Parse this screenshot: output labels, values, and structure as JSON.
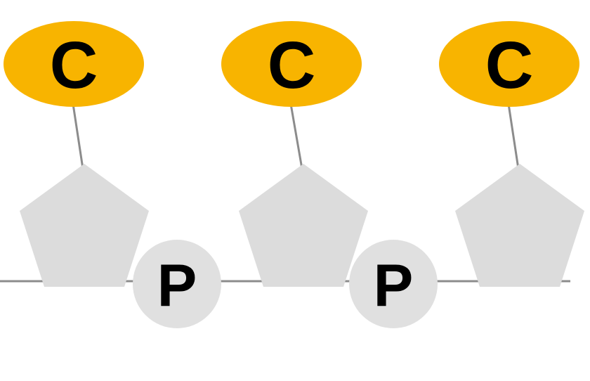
{
  "colors": {
    "background": "#ffffff",
    "base_fill": "#f8b400",
    "sugar_fill": "#dcdcdc",
    "phosphate_fill": "#e0e0e0",
    "bond": "#8c8c8c",
    "label": "#000000"
  },
  "diagram": {
    "bases": [
      {
        "label": "C"
      },
      {
        "label": "C"
      },
      {
        "label": "C"
      }
    ],
    "phosphates": [
      {
        "label": "P"
      },
      {
        "label": "P"
      }
    ]
  }
}
